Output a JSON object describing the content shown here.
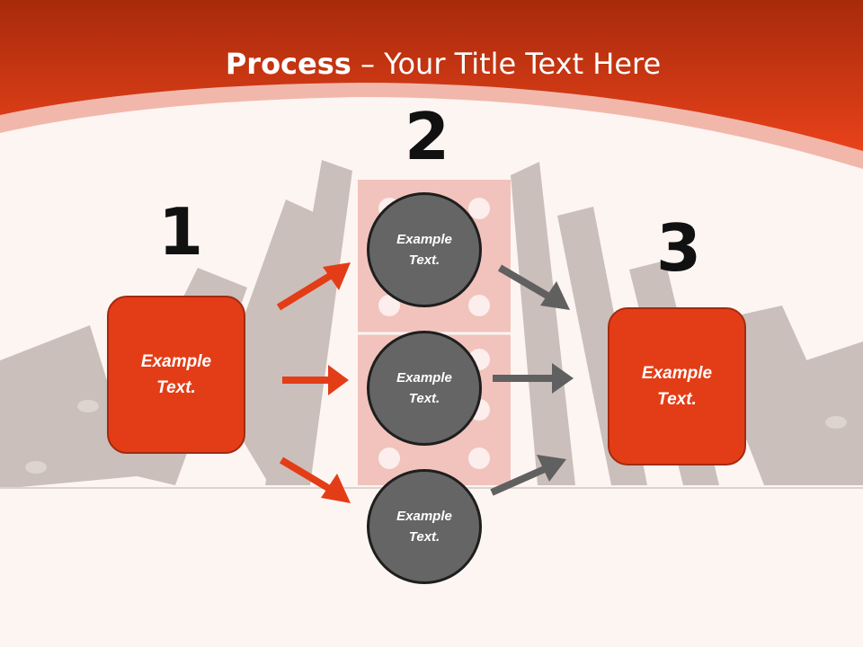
{
  "title": {
    "bold": "Process",
    "separator": " – ",
    "rest": "Your Title Text Here"
  },
  "steps": {
    "one": "1",
    "two": "2",
    "three": "3"
  },
  "boxes": {
    "left": "Example\nText.",
    "right": "Example\nText."
  },
  "circles": {
    "top": "Example\nText.",
    "middle": "Example\nText.",
    "bottom": "Example\nText."
  },
  "colors": {
    "accent": "#e33d17",
    "arrow_red": "#e33d17",
    "arrow_gray": "#606060",
    "circle": "#656565",
    "domino": "#cbbfbb"
  }
}
